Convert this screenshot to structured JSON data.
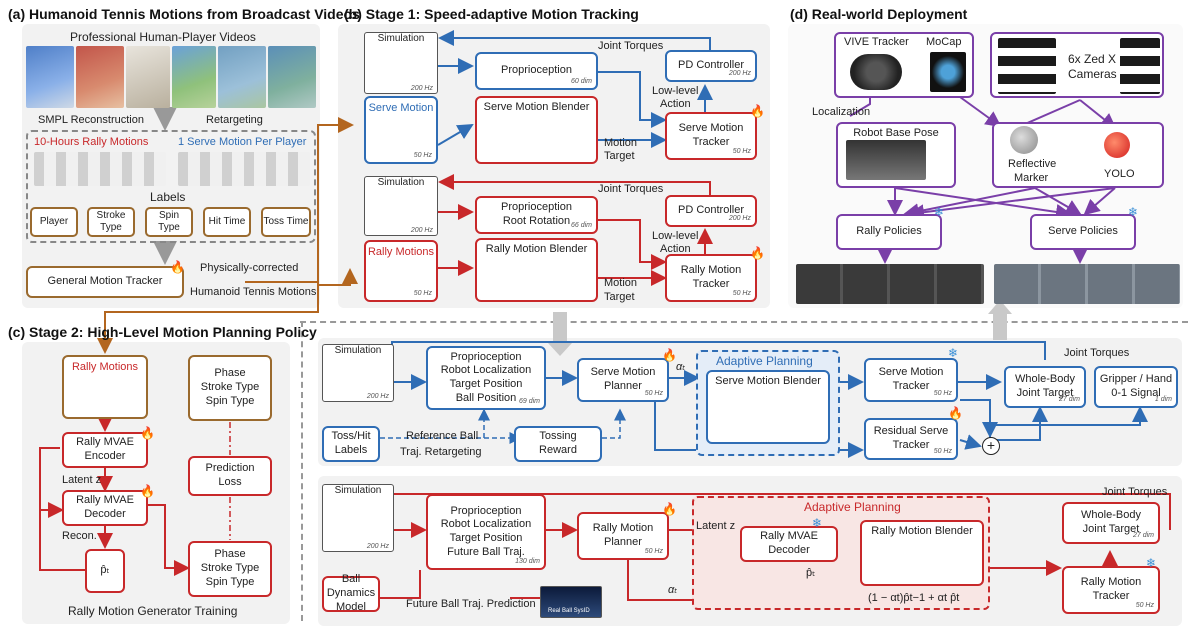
{
  "a": {
    "title": "(a) Humanoid Tennis Motions from Broadcast Videos",
    "videos": "Professional Human-Player Videos",
    "smpl": "SMPL Reconstruction",
    "retarget": "Retargeting",
    "rally": "10-Hours Rally Motions",
    "serve": "1 Serve Motion Per Player",
    "labels": "Labels",
    "player": "Player",
    "stroke": "Stroke Type",
    "spin": "Spin Type",
    "hit": "Hit Time",
    "toss": "Toss Time",
    "gmt": "General Motion Tracker",
    "phys1": "Physically-corrected",
    "phys2": "Humanoid Tennis Motions"
  },
  "b": {
    "title": "(b) Stage 1: Speed-adaptive Motion Tracking",
    "sim": "Simulation",
    "hz200": "200 Hz",
    "hz50": "50 Hz",
    "joint_torques": "Joint Torques",
    "pd": "PD Controller",
    "proprio": "Proprioception",
    "dim60": "60 dim",
    "proprio2": "Proprioception",
    "rootrot": "Root Rotation",
    "dim66": "66 dim",
    "low_level": "Low-level",
    "action": "Action",
    "serve_motion": "Serve Motion",
    "rally_motions": "Rally Motions",
    "serve_blender": "Serve Motion Blender",
    "rally_blender": "Rally Motion Blender",
    "motion_target": "Motion",
    "target": "Target",
    "serve_tracker": "Serve Motion",
    "rally_tracker": "Rally Motion",
    "tracker": "Tracker"
  },
  "c": {
    "title": "(c) Stage 2: High-Level Motion Planning Policy",
    "rally_motions": "Rally Motions",
    "encoder": "Rally MVAE",
    "encoder2": "Encoder",
    "decoder": "Rally MVAE",
    "decoder2": "Decoder",
    "latent": "Latent z",
    "recon": "Recon.",
    "phase": "Phase",
    "stroke": "Stroke Type",
    "spin": "Spin Type",
    "pred": "Prediction",
    "loss": "Loss",
    "training": "Rally Motion Generator Training"
  },
  "d": {
    "title": "(d) Real-world Deployment",
    "vive": "VIVE Tracker",
    "mocap": "MoCap",
    "zed1": "6x Zed X",
    "zed2": "Cameras",
    "localization": "Localization",
    "robot_base": "Robot Base Pose",
    "reflective1": "Reflective",
    "reflective2": "Marker",
    "yolo": "YOLO",
    "rally_pol": "Rally Policies",
    "serve_pol": "Serve Policies"
  },
  "s": {
    "sim": "Simulation",
    "hz200": "200 Hz",
    "proprio": "Proprioception",
    "robot_loc": "Robot Localization",
    "target_pos": "Target Position",
    "ball_pos": "Ball Position",
    "dim69": "69 dim",
    "planner": "Serve Motion",
    "planner2": "Planner",
    "hz50": "50 Hz",
    "adaptive": "Adaptive Planning",
    "blender": "Serve Motion Blender",
    "tracker": "Serve Motion",
    "tracker2": "Tracker",
    "wbjt": "Whole-Body",
    "wbjt2": "Joint Target",
    "dim27": "27 dim",
    "gripper": "Gripper / Hand",
    "gripper2": "0-1 Signal",
    "dim1": "1 dim",
    "joint_torques": "Joint Torques",
    "toss_labels": "Toss/Hit",
    "labels": "Labels",
    "ref_ball": "Reference Ball",
    "traj_retarget": "Traj. Retargeting",
    "tossing": "Tossing",
    "reward": "Reward",
    "residual": "Residual Serve",
    "residual2": "Tracker"
  },
  "r": {
    "sim": "Simulation",
    "hz200": "200 Hz",
    "proprio": "Proprioception",
    "robot_loc": "Robot Localization",
    "target_pos": "Target Position",
    "future": "Future Ball Traj.",
    "dim130": "130 dim",
    "planner": "Rally Motion",
    "planner2": "Planner",
    "hz50": "50 Hz",
    "adaptive": "Adaptive Planning",
    "latent": "Latent z",
    "decoder": "Rally MVAE",
    "decoder2": "Decoder",
    "blender": "Rally Motion Blender",
    "wbjt": "Whole-Body",
    "wbjt2": "Joint Target",
    "dim27": "27 dim",
    "joint_torques": "Joint Torques",
    "ball_dyn": "Ball Dynamics",
    "model": "Model",
    "future_pred": "Future Ball  Traj. Prediction",
    "real_ball": "Real Ball SysID",
    "tracker": "Rally Motion",
    "tracker2": "Tracker",
    "formula": "(1 − αt)p̂t−1 + αt p̂t"
  }
}
